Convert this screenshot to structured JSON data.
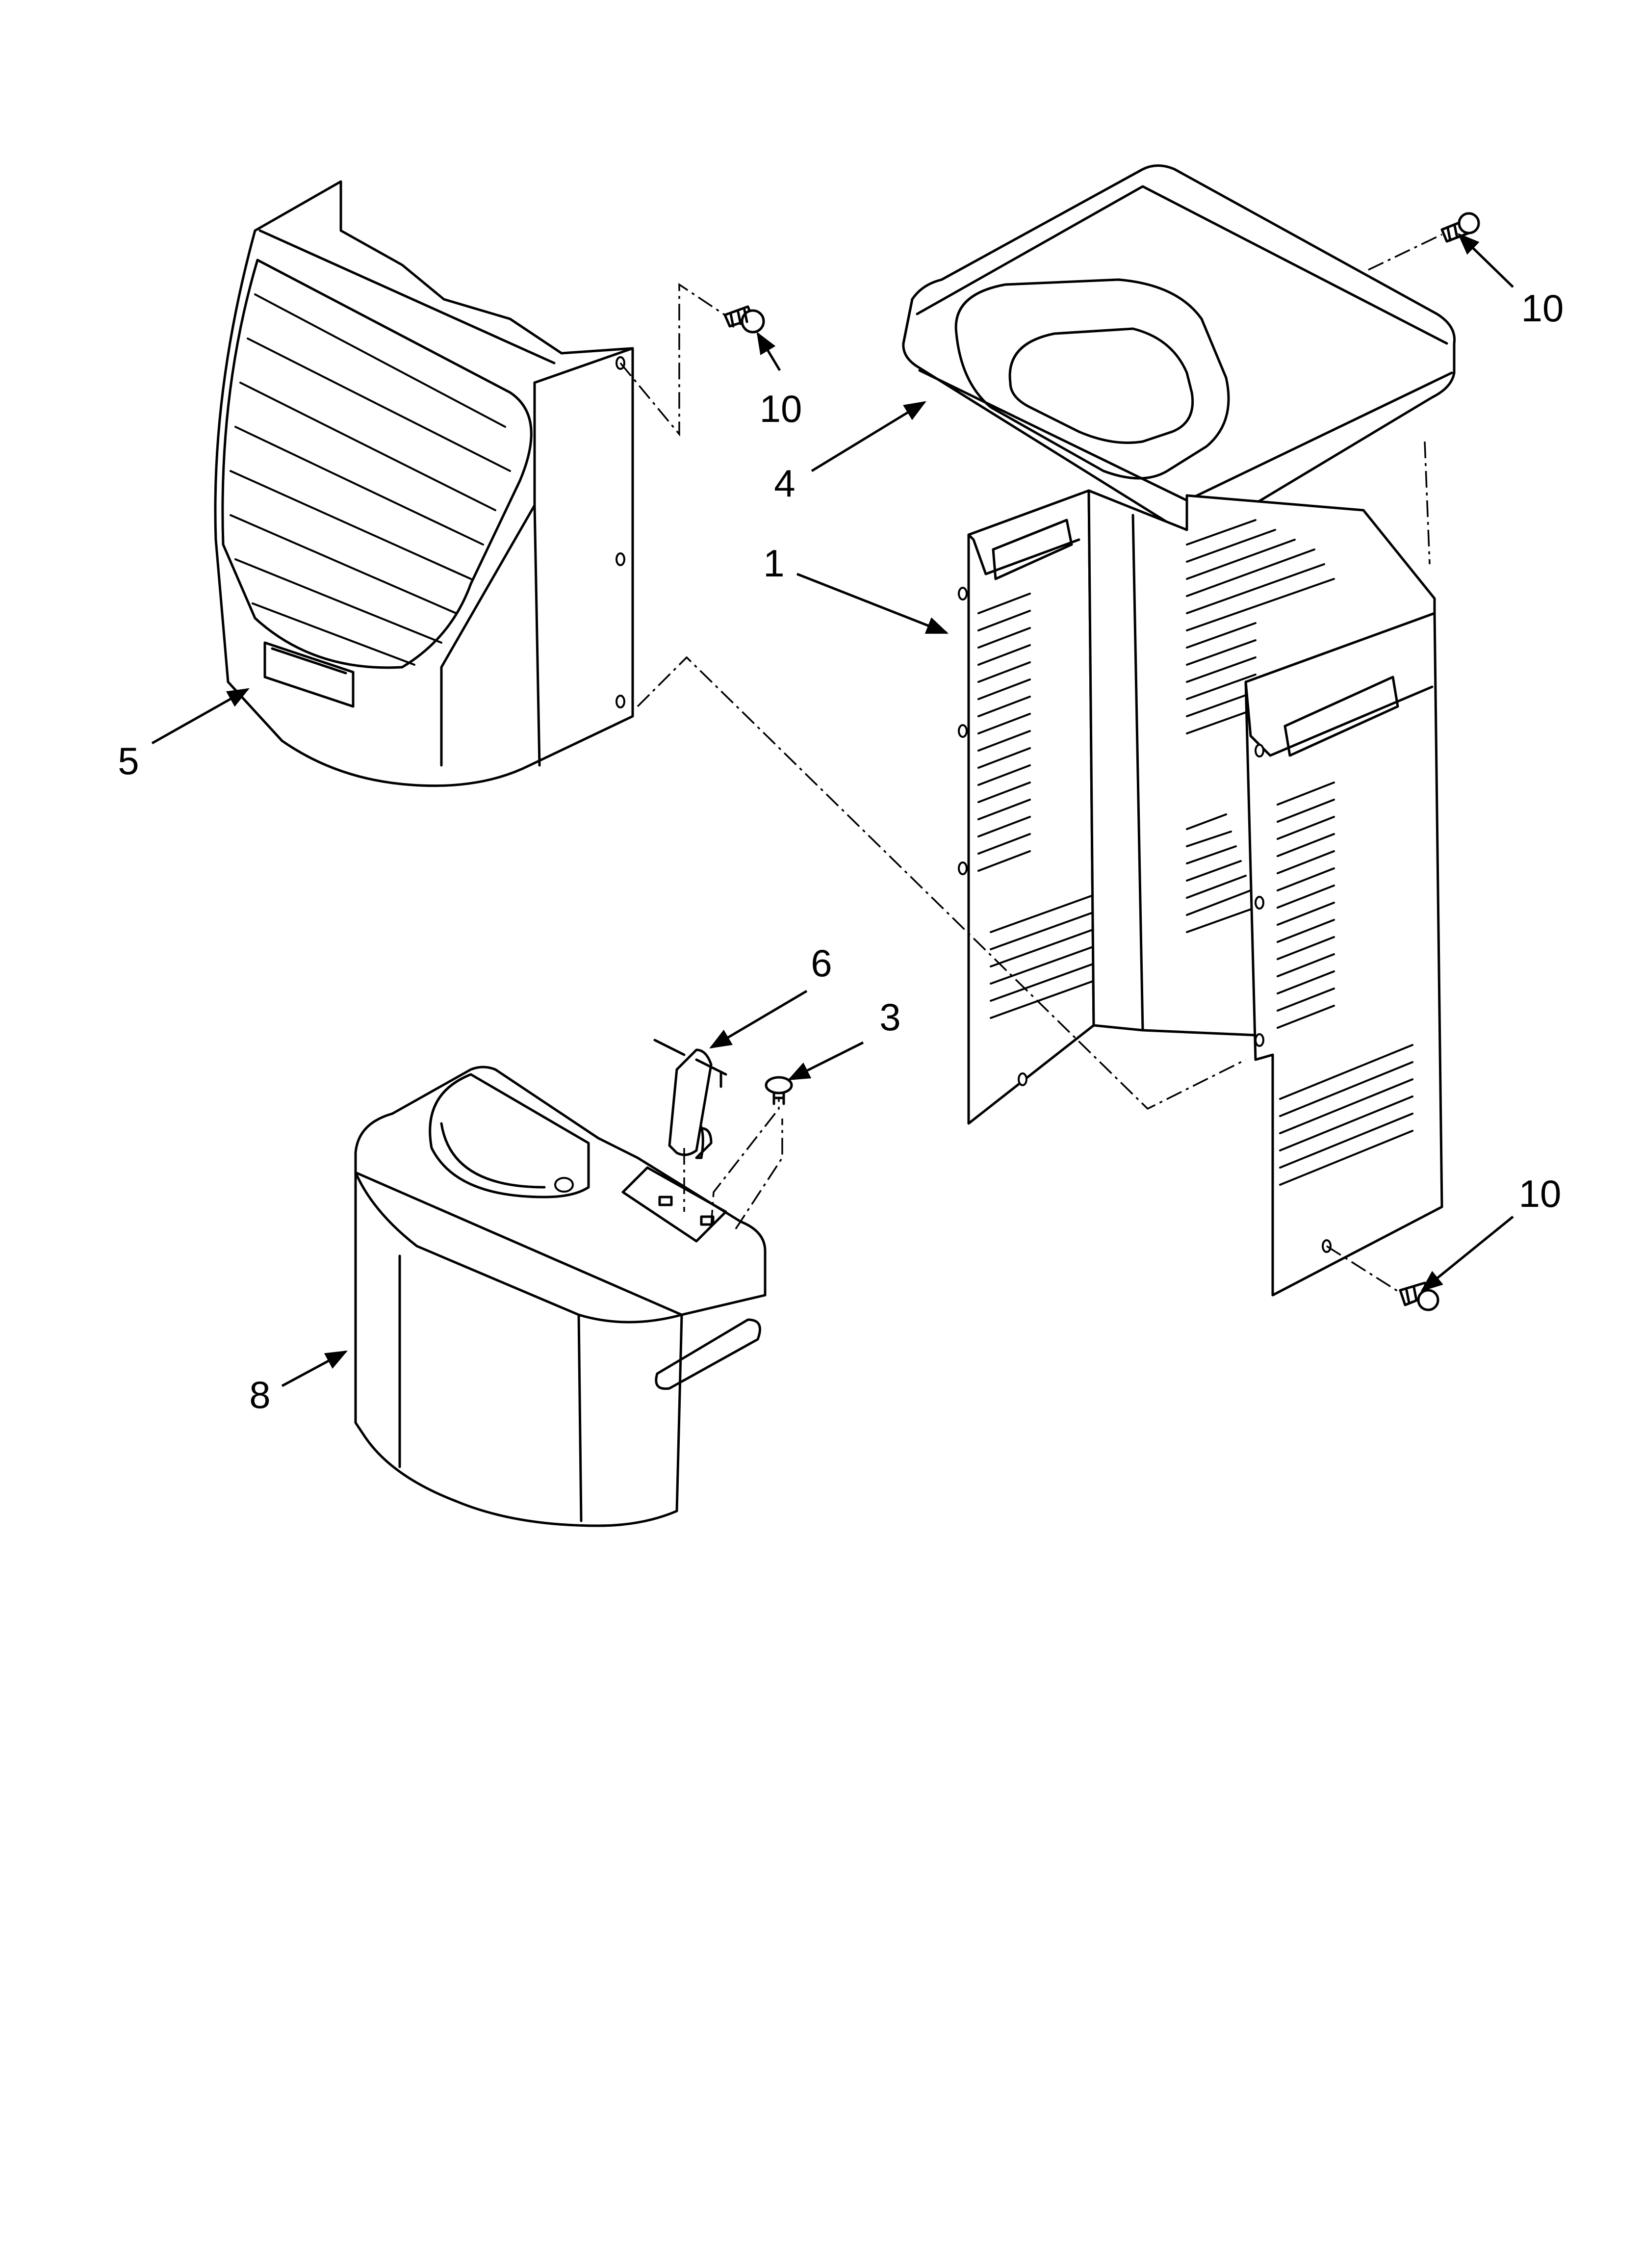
{
  "callouts": [
    {
      "id": "part-1",
      "label": "1"
    },
    {
      "id": "part-3",
      "label": "3"
    },
    {
      "id": "part-4",
      "label": "4"
    },
    {
      "id": "part-5",
      "label": "5"
    },
    {
      "id": "part-6",
      "label": "6"
    },
    {
      "id": "part-8",
      "label": "8"
    },
    {
      "id": "part-10a",
      "label": "10"
    },
    {
      "id": "part-10b",
      "label": "10"
    },
    {
      "id": "part-10c",
      "label": "10"
    }
  ]
}
